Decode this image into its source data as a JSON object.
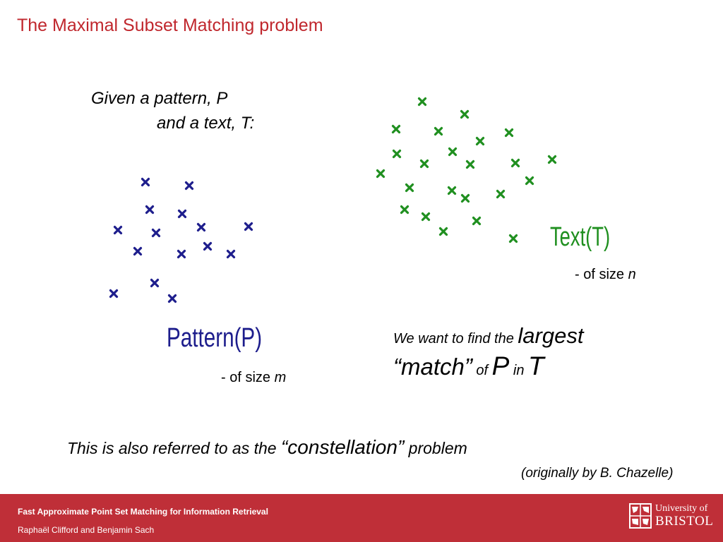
{
  "slide": {
    "title": "The Maximal Subset Matching problem",
    "intro_line1": "Given a pattern, P",
    "intro_line2": "and a text, T:",
    "pattern_label": "Pattern(P)",
    "text_label": "Text(T)",
    "pattern_size_prefix": "- of size ",
    "pattern_size_var": "m",
    "text_size_prefix": "- of size ",
    "text_size_var": "n",
    "goal": {
      "w1": "We want to find the ",
      "w2": "largest",
      "w3": "“match”",
      "w4": " of ",
      "w5": "P",
      "w6": " in ",
      "w7": "T"
    },
    "conclusion": {
      "before": "This is also referred to as the ",
      "highlight": "“constellation”",
      "after": " problem"
    },
    "credit": "(originally by B. Chazelle)"
  },
  "colors": {
    "title": "#c0272d",
    "pattern": "#1d1d8c",
    "text": "#1f8f1f",
    "footer": "#bf2f38"
  },
  "pattern_points_icon": "cross-mark-icon",
  "text_points_icon": "cross-mark-icon",
  "footer": {
    "line1": "Fast Approximate Point Set Matching for Information Retrieval",
    "line2": "Raphaël Clifford and Benjamin Sach",
    "logo_text_small": "University of",
    "logo_text_large": "BRISTOL"
  }
}
